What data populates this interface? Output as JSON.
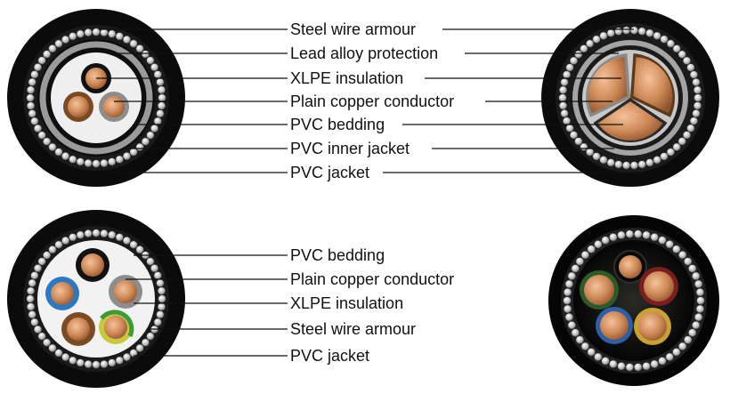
{
  "colors": {
    "jacket": "#0b0b0b",
    "armour_wire": "#c9c9c9",
    "lead": "#9a9a9a",
    "copper": "#c8804e",
    "copper_highlight": "#f0b486",
    "bedding": "#eeeeee",
    "insulation_black": "#111111",
    "insulation_grey": "#8d8d8d",
    "insulation_blue": "#2d78c4",
    "insulation_brown": "#7a4a22",
    "insulation_yellow_green": "#c8c83a",
    "leader_line": "#111111"
  },
  "diagram_top": {
    "labels": [
      "Steel wire armour",
      "Lead alloy protection",
      "XLPE insulation",
      "Plain copper conductor",
      "PVC bedding",
      "PVC inner jacket",
      "PVC jacket"
    ]
  },
  "diagram_bottom": {
    "labels": [
      "PVC bedding",
      "Plain copper conductor",
      "XLPE insulation",
      "Steel wire armour",
      "PVC jacket"
    ]
  },
  "icons": {
    "cable_top_left": "cable-cross-section-3core-round-icon",
    "cable_top_right": "cable-cross-section-3core-sector-icon",
    "cable_bottom_left": "cable-cross-section-5core-diagram-icon",
    "cable_bottom_right": "cable-cross-section-5core-photo-icon"
  }
}
